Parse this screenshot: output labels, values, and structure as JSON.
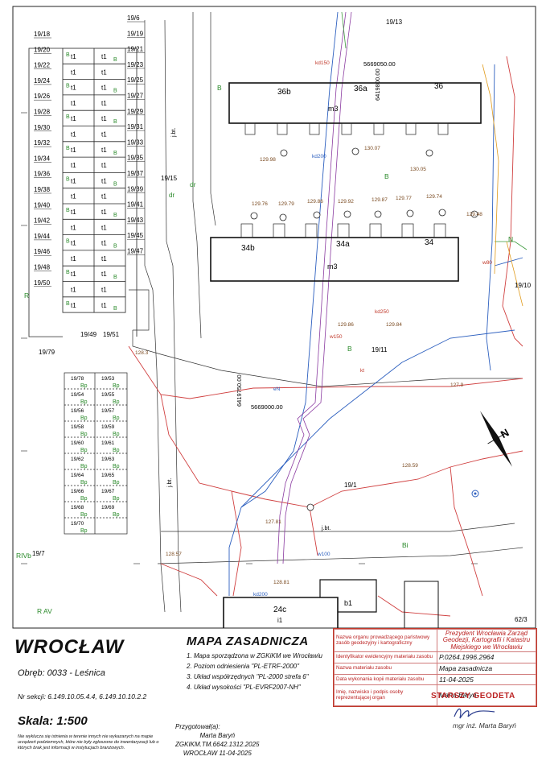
{
  "header": {
    "city": "WROCŁAW",
    "title": "MAPA ZASADNICZA",
    "obreb": "Obręb: 0033 - Leśnica",
    "nr_sekcji": "Nr sekcji:  6.149.10.05.4.4, 6.149.10.10.2.2",
    "skala": "Skala: 1:500",
    "disclaimer": "Nie wyklucza się istnienia w terenie innych nie wykazanych na mapie urządzeń podziemnych, które nie były zgłoszone do inwentaryzacji lub o których brak jest informacji w instytucjach branżowych."
  },
  "notes": [
    "1. Mapa sporządzona w ZGKiKM we Wrocławiu",
    "2. Poziom odniesienia \"PL-ETRF-2000\"",
    "3. Układ współrzędnych \"PL-2000 strefa 6\"",
    "4. Układ wysokości \"PL-EVRF2007-NH\""
  ],
  "prepared": {
    "label": "Przygotował(a):",
    "name": "Marta Baryń",
    "ref": "ZGKIKM.TM.6642.1312.2025",
    "date": "WROCŁAW 11-04-2025"
  },
  "info_table": {
    "organ_label": "Nazwa organu prowadzącego państwowy zasób geodezyjny i kartograficzny",
    "organ_value": "Prezydent Wrocławia Zarząd Geodezji, Kartografii i Katastru Miejskiego we Wrocławiu",
    "id_label": "Identyfikator ewidencyjny materiału zasobu",
    "id_value": "P.0264.1996.2964",
    "name_label": "Nazwa materiału zasobu",
    "name_value": "Mapa zasadnicza",
    "date_label": "Data wykonania kopii materiału zasobu",
    "date_value": "11-04-2025",
    "person_label": "Imię, nazwisko i podpis osoby reprezentującej organ",
    "person_value": "Marta Baryń",
    "stamp": "STARSZY GEODETA",
    "signer": "mgr inż. Marta Baryń"
  },
  "map": {
    "parcels_left": [
      "19/18",
      "19/20",
      "19/22",
      "19/24",
      "19/26",
      "19/28",
      "19/30",
      "19/32",
      "19/34",
      "19/36",
      "19/38",
      "19/40",
      "19/42",
      "19/44",
      "19/46",
      "19/48",
      "19/50"
    ],
    "parcels_right": [
      "19/6",
      "19/19",
      "19/21",
      "19/23",
      "19/25",
      "19/27",
      "19/29",
      "19/31",
      "19/33",
      "19/35",
      "19/37",
      "19/39",
      "19/41",
      "19/43",
      "19/45",
      "19/47"
    ],
    "parcels_lower_left": [
      "19/78",
      "19/54",
      "19/56",
      "19/58",
      "19/60",
      "19/62",
      "19/64",
      "19/66",
      "19/68",
      "19/70"
    ],
    "parcels_lower_right": [
      "19/53",
      "19/55",
      "19/57",
      "19/59",
      "19/61",
      "19/63",
      "19/65",
      "19/67",
      "19/69"
    ],
    "parcel_misc": [
      "19/49",
      "19/51",
      "19/79",
      "19/15",
      "19/11",
      "19/1",
      "19/7",
      "19/10",
      "62/3",
      "19/13"
    ],
    "buildings": [
      {
        "labels": [
          "36b",
          "36a",
          "36"
        ],
        "use": "m3"
      },
      {
        "labels": [
          "34b",
          "34a",
          "34"
        ],
        "use": "m3"
      },
      {
        "labels": [
          "24c"
        ],
        "use": "i1"
      },
      {
        "labels": [
          "b1"
        ],
        "use": ""
      }
    ],
    "road_labels": [
      "j.bt.",
      "j.bt.",
      "j.bt.",
      "dr"
    ],
    "coord_labels": [
      "5669000.00",
      "6419750.00",
      "5669050.00",
      "6419800.00"
    ],
    "elevations": [
      "129.76",
      "129.79",
      "129.86",
      "129.92",
      "129.87",
      "129.77",
      "129.74",
      "129.48",
      "129.98",
      "130.07",
      "130.05",
      "129.84",
      "129.86",
      "127.9",
      "128.57",
      "128.59",
      "128.3",
      "127.81",
      "128.81"
    ],
    "land_use": [
      "B",
      "B",
      "B",
      "Bi",
      "R",
      "RIVb",
      "R AV",
      "dr",
      "N"
    ],
    "utility_labels": [
      "kd150",
      "kd200",
      "kd250",
      "w100",
      "w150",
      "kd200",
      "kt",
      "eN",
      "w80"
    ],
    "north": "N",
    "land_code_t1": "t1",
    "land_code_B": "B",
    "land_code_Bp": "Bp"
  }
}
